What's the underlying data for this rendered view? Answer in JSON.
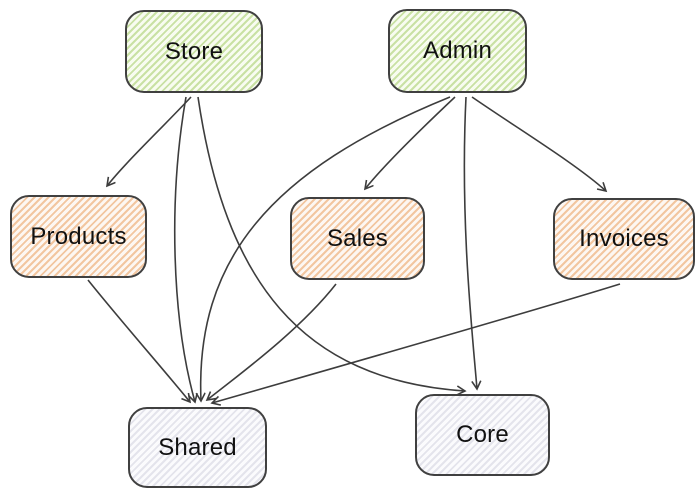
{
  "diagram": {
    "type": "dependency-graph",
    "background_color": "#ffffff",
    "edge_color": "#3d3d3d",
    "node_border_color": "#404040",
    "text_color": "#111111",
    "groups": {
      "app_fill_stripe": "#c9e1a4",
      "app_fill_base": "#f8fcf0",
      "feature_fill_stripe": "#f2c6a0",
      "feature_fill_base": "#fdf7f2",
      "lib_fill_stripe": "#e4e4ec",
      "lib_fill_base": "#fbfbfd"
    },
    "nodes": [
      {
        "id": "store",
        "label": "Store",
        "group": "app"
      },
      {
        "id": "admin",
        "label": "Admin",
        "group": "app"
      },
      {
        "id": "products",
        "label": "Products",
        "group": "feature"
      },
      {
        "id": "sales",
        "label": "Sales",
        "group": "feature"
      },
      {
        "id": "invoices",
        "label": "Invoices",
        "group": "feature"
      },
      {
        "id": "shared",
        "label": "Shared",
        "group": "lib"
      },
      {
        "id": "core",
        "label": "Core",
        "group": "lib"
      }
    ],
    "edges": [
      {
        "from": "store",
        "to": "products"
      },
      {
        "from": "store",
        "to": "shared"
      },
      {
        "from": "store",
        "to": "core"
      },
      {
        "from": "admin",
        "to": "sales"
      },
      {
        "from": "admin",
        "to": "invoices"
      },
      {
        "from": "admin",
        "to": "shared"
      },
      {
        "from": "admin",
        "to": "core"
      },
      {
        "from": "products",
        "to": "shared"
      },
      {
        "from": "sales",
        "to": "shared"
      },
      {
        "from": "invoices",
        "to": "shared"
      }
    ]
  }
}
